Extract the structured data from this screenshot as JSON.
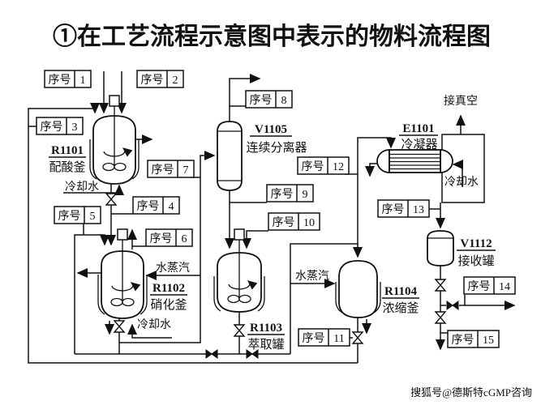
{
  "title": {
    "text": "①在工艺流程示意图中表示的物料流程图",
    "color": "#8fc43c"
  },
  "watermark": "搜狐号@德斯特cGMP咨询",
  "seq_label": "序号",
  "seq_numbers": [
    "1",
    "2",
    "3",
    "4",
    "5",
    "6",
    "7",
    "8",
    "9",
    "10",
    "11",
    "12",
    "13",
    "14",
    "15"
  ],
  "equipment": {
    "r1101": {
      "tag": "R1101",
      "name": "配酸釜"
    },
    "r1102": {
      "tag": "R1102",
      "name": "硝化釜"
    },
    "r1103": {
      "tag": "R1103",
      "name": "萃取罐"
    },
    "r1104": {
      "tag": "R1104",
      "name": "浓缩釜"
    },
    "v1105": {
      "tag": "V1105",
      "name": "连续分离器"
    },
    "e1101": {
      "tag": "E1101",
      "name": "冷凝器"
    },
    "v1112": {
      "tag": "V1112",
      "name": "接收罐"
    }
  },
  "streams": {
    "cooling_water_r1101": "冷却水",
    "cooling_water_r1102": "冷却水",
    "cooling_water_e1101": "冷却水",
    "steam_r1102": "水蒸汽",
    "steam_r1104": "水蒸汽",
    "vacuum": "接真空"
  }
}
